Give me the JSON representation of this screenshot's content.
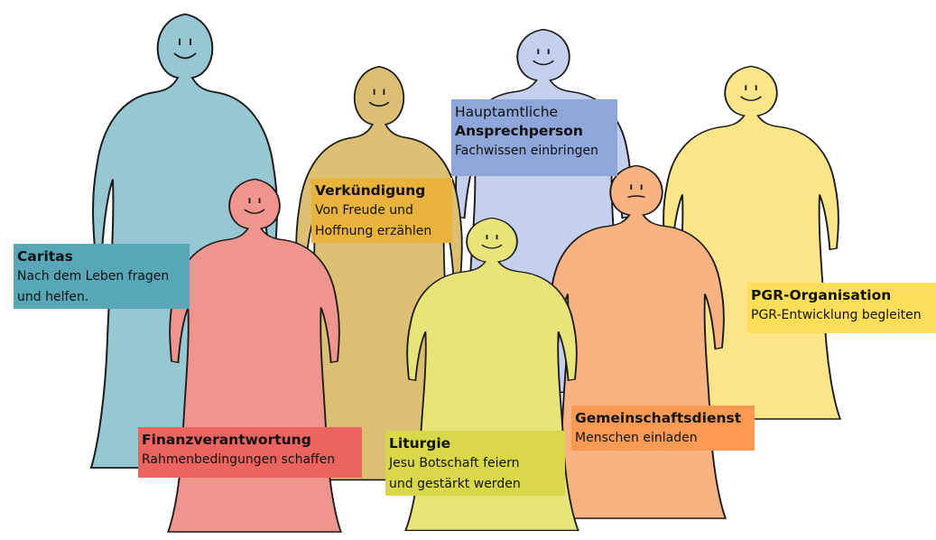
{
  "colors": {
    "caritas_figure": "#96c7d2",
    "caritas_label": "#57a7b8",
    "verkuendigung_figure": "#dcbf72",
    "verkuendigung_label": "#e8b33c",
    "hauptamt_figure": "#c5d0ee",
    "hauptamt_label": "#8ea6da",
    "pgr_figure": "#fde68a",
    "pgr_label": "#ffde5a",
    "finanz_figure": "#f0948e",
    "finanz_label": "#ec6460",
    "liturgie_figure": "#e7e47a",
    "liturgie_label": "#d9d84a",
    "gemein_figure": "#f9b282",
    "gemein_label": "#fb9a52",
    "outline": "#1a1a1a"
  },
  "labels": {
    "caritas": {
      "title": "Caritas",
      "line1": "Nach dem Leben fragen",
      "line2": "und helfen."
    },
    "verkuendigung": {
      "title": "Verkündigung",
      "line1": "Von Freude und",
      "line2": "Hoffnung erzählen"
    },
    "hauptamt": {
      "line0": "Hauptamtliche",
      "title": "Ansprechperson",
      "line1": "Fachwissen einbringen"
    },
    "pgr": {
      "title": "PGR-Organisation",
      "line1": "PGR-Entwicklung begleiten"
    },
    "finanz": {
      "title": "Finanzverantwortung",
      "line1": "Rahmenbedingungen schaffen"
    },
    "liturgie": {
      "title": "Liturgie",
      "line1": "Jesu Botschaft feiern",
      "line2": "und gestärkt werden"
    },
    "gemein": {
      "title": "Gemeinschaftsdienst",
      "line1": "Menschen einladen"
    }
  }
}
